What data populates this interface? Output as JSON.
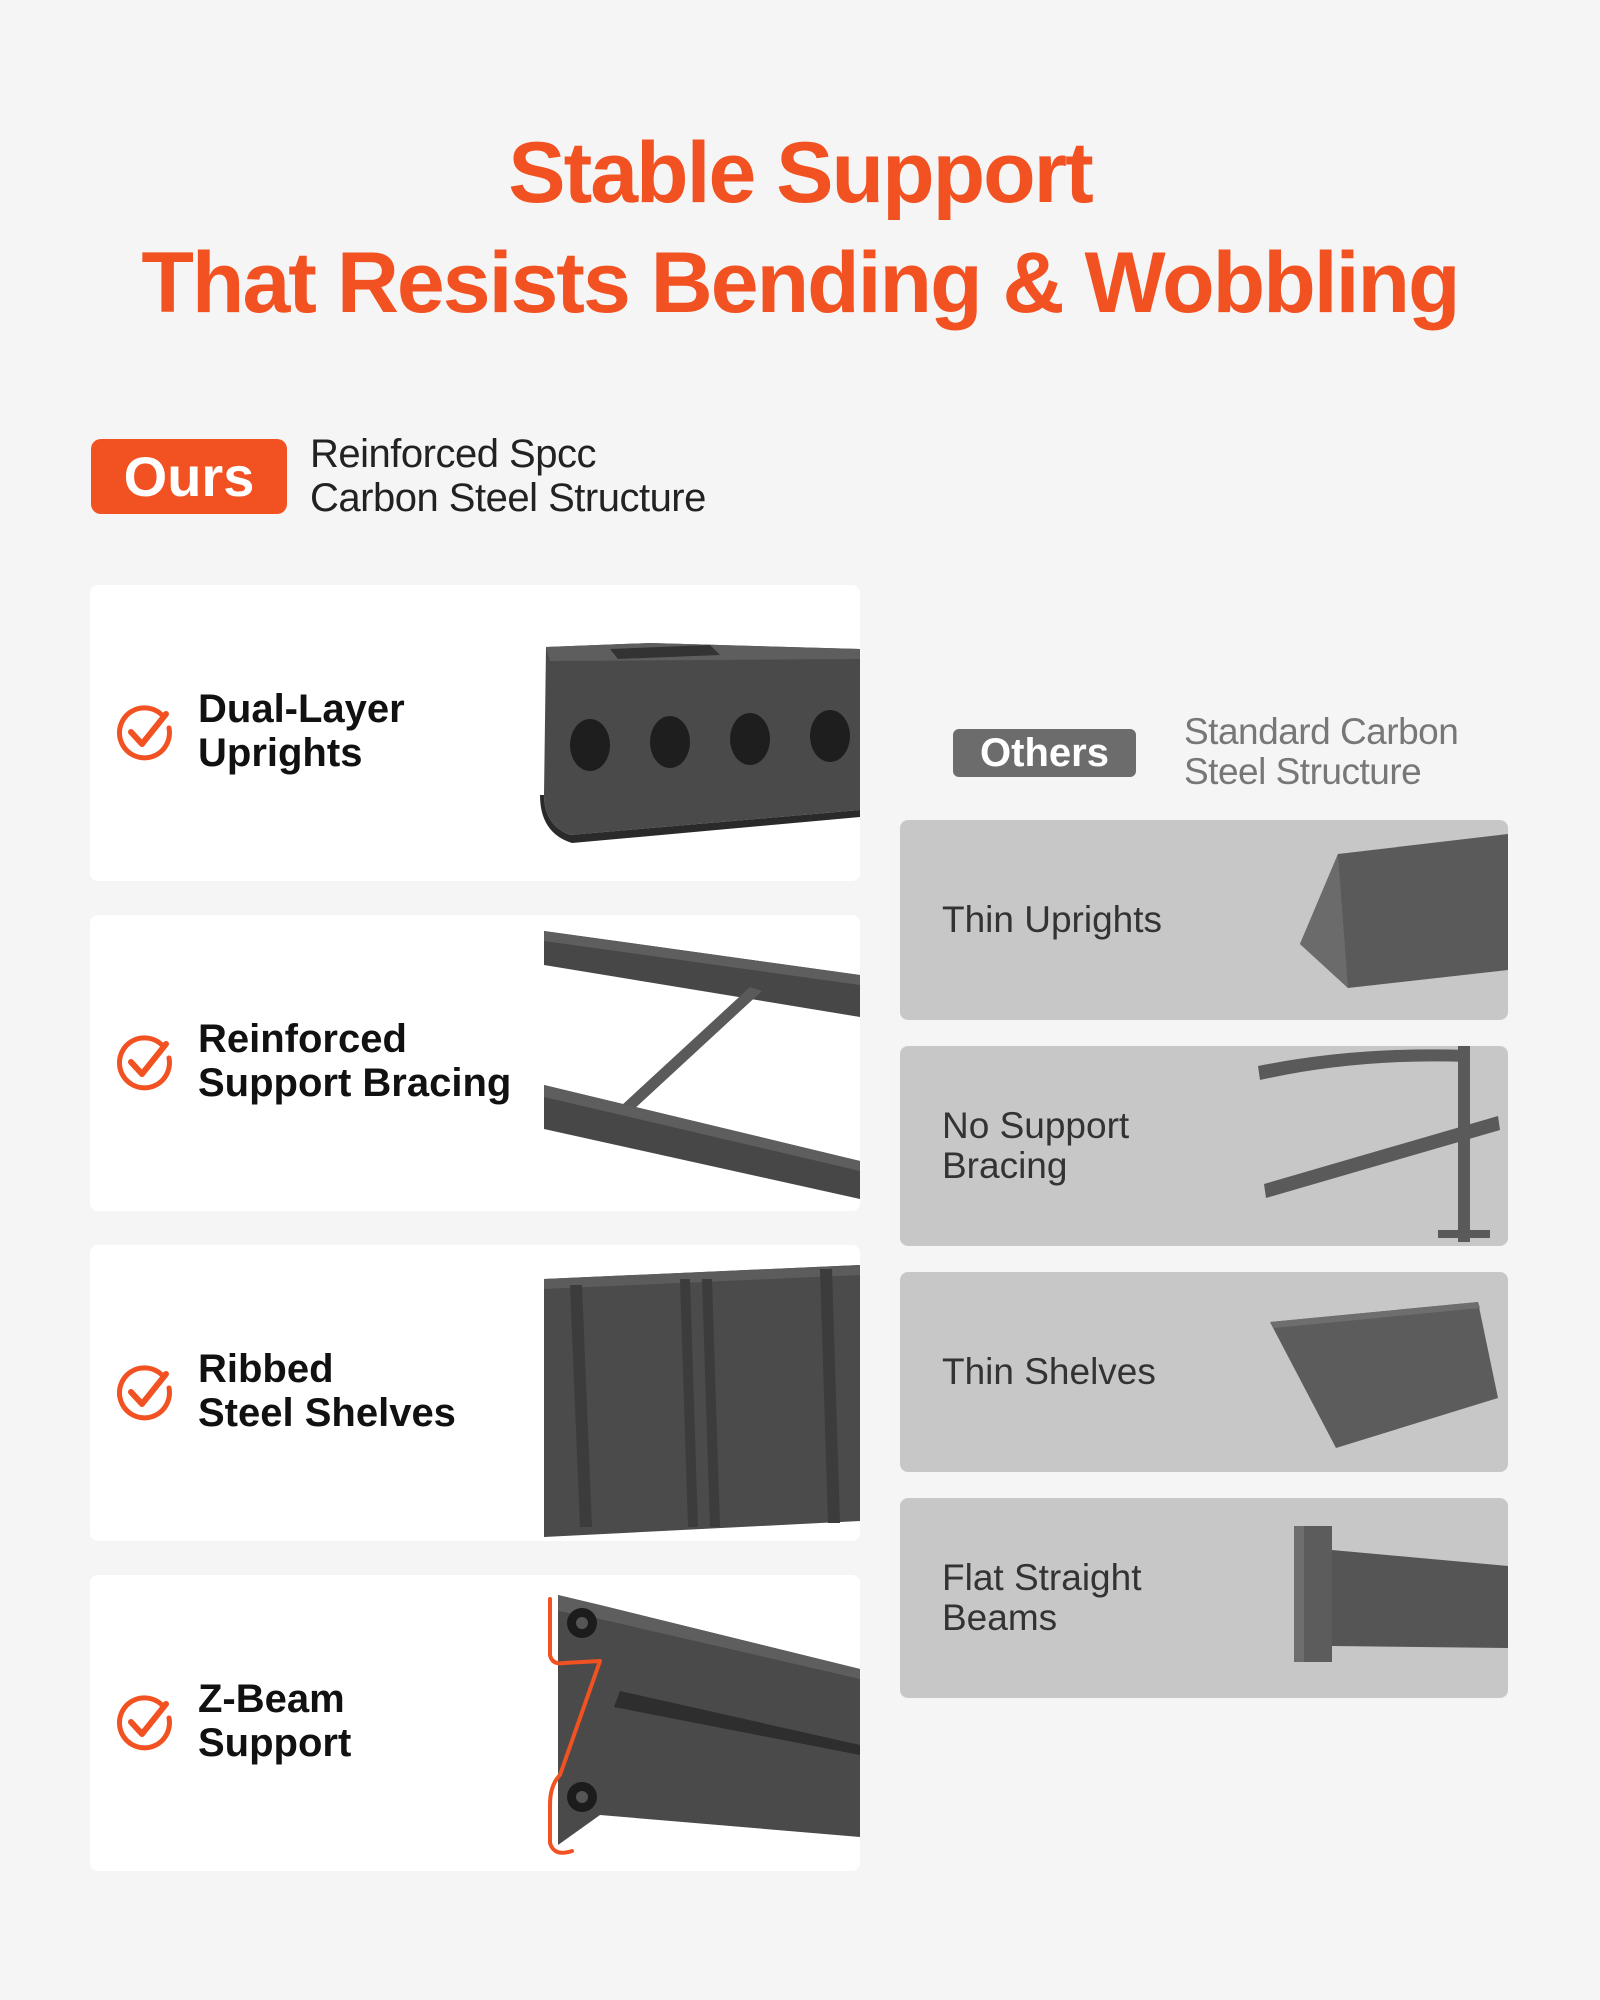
{
  "headline": {
    "line1": "Stable Support",
    "line2": "That Resists Bending & Wobbling"
  },
  "colors": {
    "accent": "#f25122",
    "others_badge": "#6c6c6c",
    "ours_card": "#ffffff",
    "others_card": "#c7c7c7"
  },
  "ours": {
    "badge": "Ours",
    "subtitle_line1": "Reinforced Spcc",
    "subtitle_line2": "Carbon Steel Structure",
    "features": [
      {
        "line1": "Dual-Layer",
        "line2": "Uprights",
        "icon": "check-circle-icon"
      },
      {
        "line1": "Reinforced",
        "line2": "Support Bracing",
        "icon": "check-circle-icon"
      },
      {
        "line1": "Ribbed",
        "line2": "Steel Shelves",
        "icon": "check-circle-icon"
      },
      {
        "line1": "Z-Beam",
        "line2": "Support",
        "icon": "check-circle-icon"
      }
    ]
  },
  "others": {
    "badge": "Others",
    "subtitle_line1": "Standard Carbon",
    "subtitle_line2": "Steel Structure",
    "features": [
      {
        "line1": "Thin Uprights",
        "line2": ""
      },
      {
        "line1": "No Support",
        "line2": "Bracing"
      },
      {
        "line1": "Thin Shelves",
        "line2": ""
      },
      {
        "line1": "Flat Straight",
        "line2": "Beams"
      }
    ]
  }
}
